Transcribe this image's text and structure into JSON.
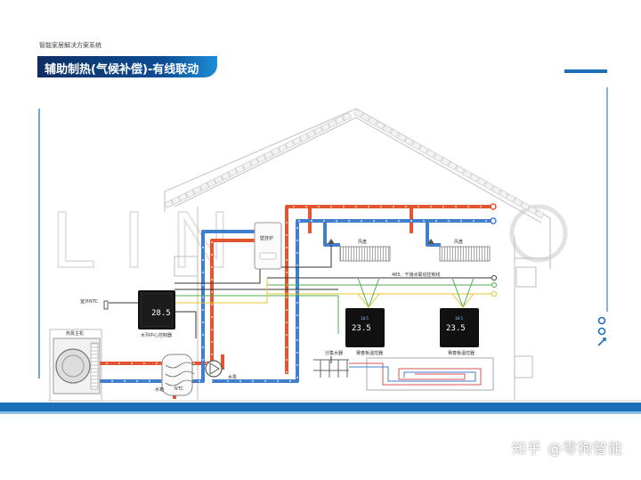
{
  "header": {
    "subtitle": "智能家居解决方案系统",
    "title": "辅助制热(气候补偿)-有线联动"
  },
  "watermark": "知乎 @零狗智能",
  "background_text": "LIN",
  "labels": {
    "wall_boiler": "壁挂炉",
    "fan_coil_left": "风盘",
    "fan_coil_right": "风盘",
    "bus_line": "485、干接点联动控制线",
    "outdoor_ntc": "室外NTC",
    "heat_pump_host": "热泵主机",
    "central_controller": "水列中心控制器",
    "water_tank": "水箱",
    "tank_ntc": "NTC",
    "pump": "水泵",
    "manifold": "分集水器",
    "thermostat_left": "赛春板温控器",
    "thermostat_right": "赛春板温控器",
    "display_temp": "23.5",
    "display_small": "18.5",
    "controller_display": "28.5"
  },
  "colors": {
    "banner_dark": "#0d2f63",
    "banner_light": "#1b8fd8",
    "hot_pipe": "#e2552e",
    "cold_pipe": "#3f7fcc",
    "green_wire": "#4caf50",
    "yellow_wire": "#e4c62b",
    "dark_wire": "#333333",
    "floor_loop": "#d9534f",
    "accent_bar": "#1d6fb8"
  }
}
